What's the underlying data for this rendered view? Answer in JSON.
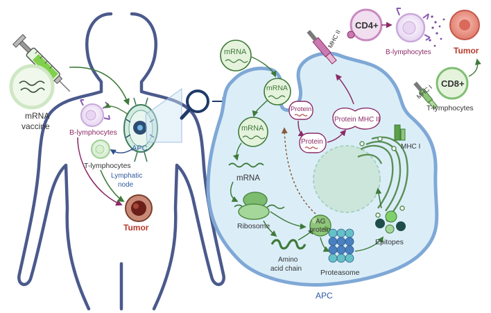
{
  "labels": {
    "vaccine_line1": "mRNA",
    "vaccine_line2": "vaccine",
    "b_lymphocytes_left": "B-lymphocytes",
    "apc_body": "APC",
    "t_lymphocytes_left": "T-lymphocytes",
    "lymphatic_line1": "Lymphatic",
    "lymphatic_line2": "node",
    "tumor_left": "Tumor",
    "mrna_1": "mRNA",
    "mrna_2": "mRNA",
    "mrna_3": "mRNA",
    "mrna_4": "mRNA",
    "protein_small": "Protein",
    "protein_2": "Protein",
    "protein_mhc_ii": "Protein MHC II",
    "mhc_ii_top": "MHC II",
    "cd4": "CD4+",
    "b_lymphocytes_right": "B-lymphocytes",
    "tumor_right": "Tumor",
    "cd8": "CD8+",
    "mhc_i_top": "MHC I",
    "t_lymphocytes_right": "T-lymphocytes",
    "mhc_i_mid": "MHC I",
    "ribosome": "Ribosome",
    "ag_line1": "AG",
    "ag_line2": "protein",
    "amino_line1": "Amino",
    "amino_line2": "acid chain",
    "proteasome": "Proteasome",
    "epitopes": "Epitopes",
    "apc_cell": "APC"
  },
  "colors": {
    "body_outline": "#4b5a8c",
    "cell_fill": "#dbeef8",
    "cell_stroke": "#7fa8d6",
    "mrna_green": "#3f7a3a",
    "magenta": "#8b2b67",
    "blue_text": "#2f5aa0",
    "tumor_red": "#b53a2b"
  }
}
